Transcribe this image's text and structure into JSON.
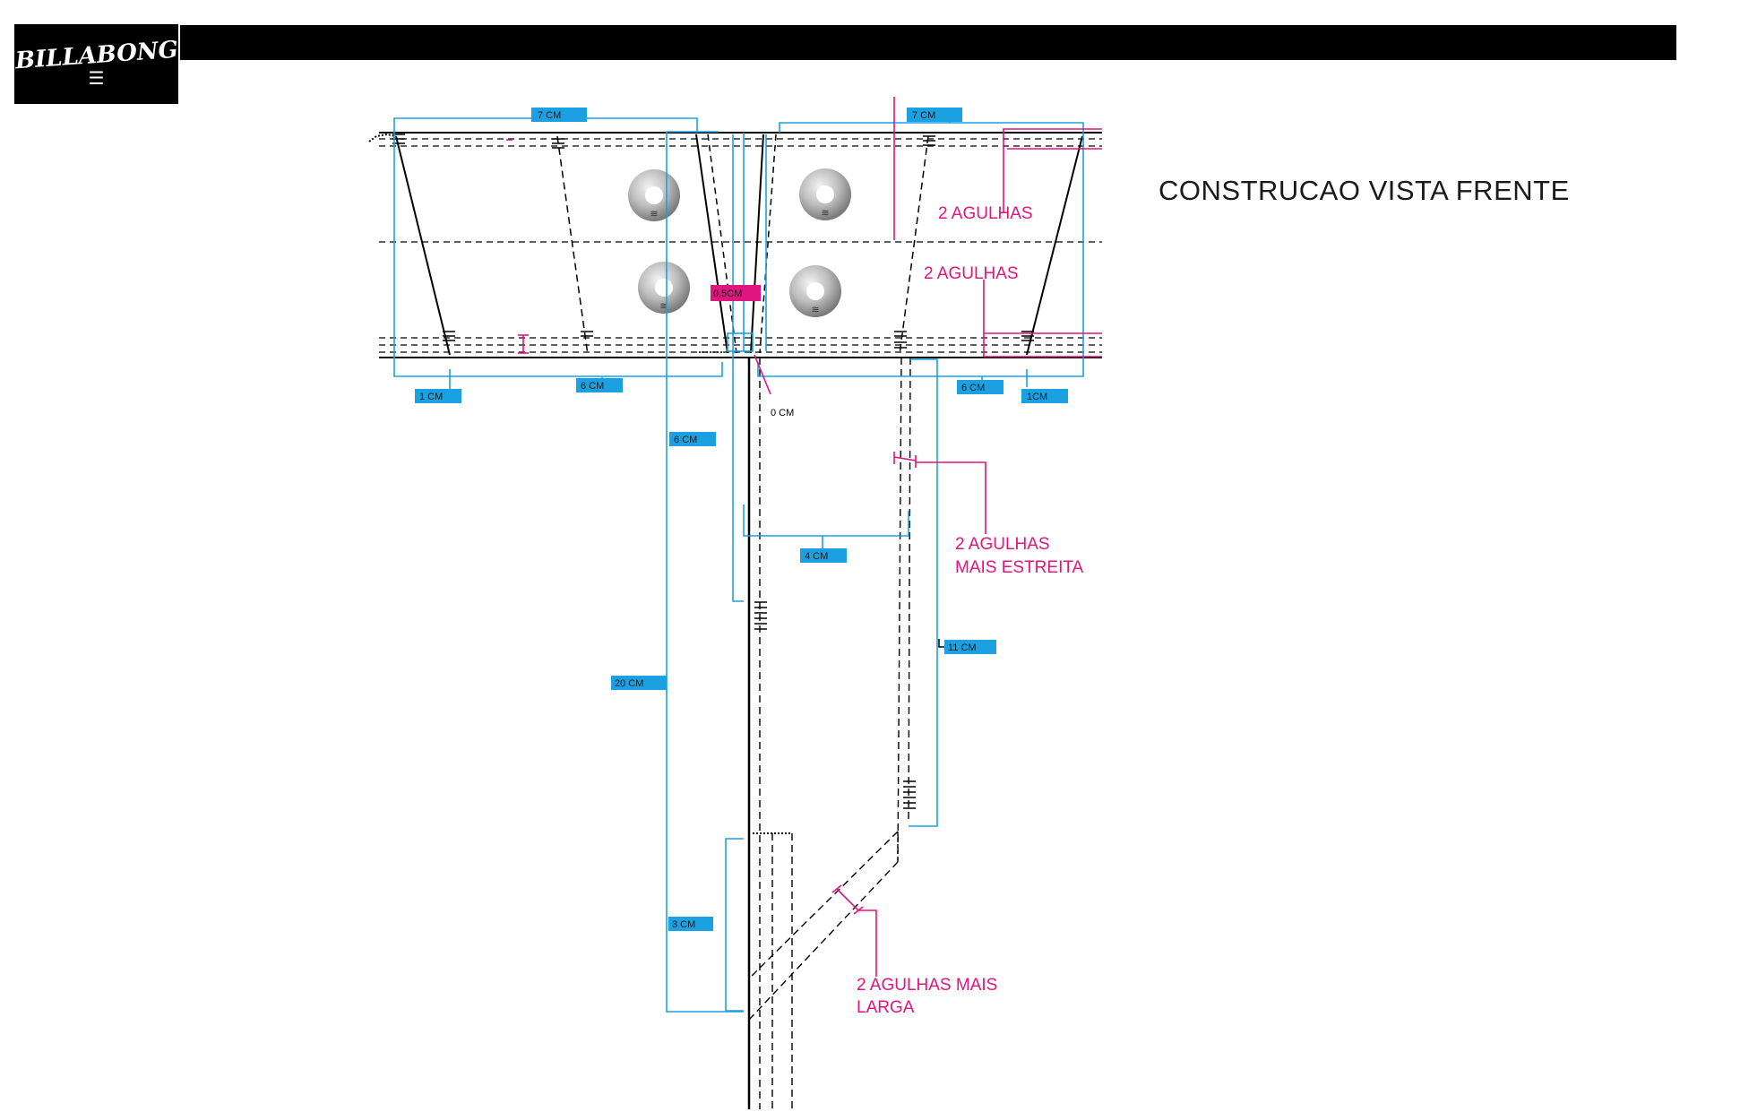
{
  "header": {
    "brand": "BILLABONG",
    "title": "CONSTRUCAO VISTA FRENTE"
  },
  "dimensions": {
    "top_left_width": "7 CM",
    "top_right_width": "7 CM",
    "bottom_left_inset": "1 CM",
    "bottom_left_width": "6 CM",
    "bottom_right_width": "6 CM",
    "bottom_right_inset": "1CM",
    "center_gap": "0,5CM",
    "zero": "0 CM",
    "fly_top": "6 CM",
    "fly_width": "4 CM",
    "fly_length": "11 CM",
    "total_length": "20 CM",
    "crotch": "3 CM"
  },
  "notes": {
    "two_needles_1": "2 AGULHAS",
    "two_needles_2": "2 AGULHAS",
    "narrow_line1": "2 AGULHAS",
    "narrow_line2": "MAIS ESTREITA",
    "wide_line1": "2 AGULHAS MAIS",
    "wide_line2": "LARGA"
  },
  "colors": {
    "dimension": "#1ba1e2",
    "note": "#e0157f",
    "line": "#000000",
    "background": "#ffffff"
  }
}
